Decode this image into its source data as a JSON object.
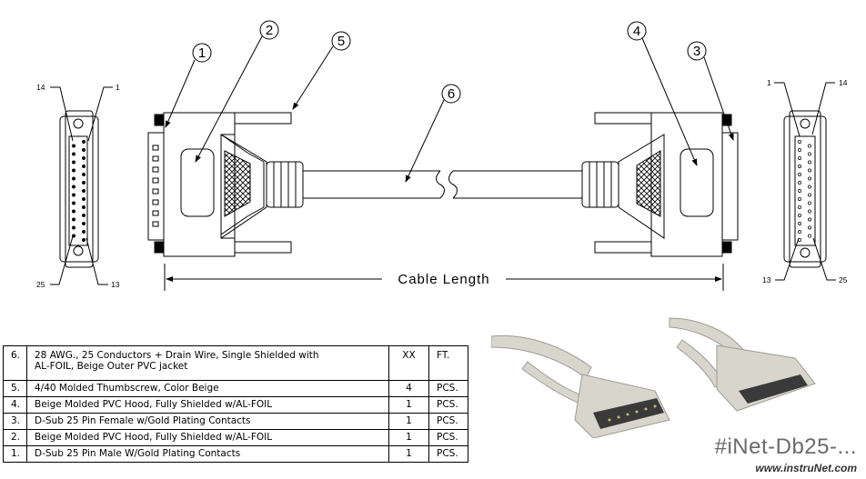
{
  "drawing": {
    "balloons": [
      "1",
      "2",
      "5",
      "6",
      "4",
      "3"
    ],
    "pin_labels_left": {
      "top_left": "14",
      "top_right": "1",
      "bottom_left": "25",
      "bottom_right": "13"
    },
    "pin_labels_right": {
      "top_left": "1",
      "top_right": "14",
      "bottom_left": "13",
      "bottom_right": "25"
    },
    "dimension_label": "Cable Length"
  },
  "bom": {
    "rows": [
      {
        "num": "6.",
        "desc_line1": "28 AWG., 25 Conductors + Drain Wire, Single Shielded with",
        "desc_line2": "AL-FOIL, Beige Outer PVC jacket",
        "qty": "XX",
        "unit": "FT."
      },
      {
        "num": "5.",
        "desc_line1": "4/40 Molded Thumbscrew, Color Beige",
        "qty": "4",
        "unit": "PCS."
      },
      {
        "num": "4.",
        "desc_line1": "Beige Molded PVC Hood, Fully Shielded w/AL-FOIL",
        "qty": "1",
        "unit": "PCS."
      },
      {
        "num": "3.",
        "desc_line1": "D-Sub 25 Pin Female w/Gold Plating Contacts",
        "qty": "1",
        "unit": "PCS."
      },
      {
        "num": "2.",
        "desc_line1": "Beige Molded PVC Hood, Fully Shielded w/AL-FOIL",
        "qty": "1",
        "unit": "PCS."
      },
      {
        "num": "1.",
        "desc_line1": "D-Sub 25 Pin Male W/Gold Plating Contacts",
        "qty": "1",
        "unit": "PCS."
      }
    ]
  },
  "watermark": {
    "tag": "#iNet-Db25-...",
    "site": "www.instruNet.com"
  },
  "colors": {
    "line": "#000000",
    "photo_beige": "#d8d6cc",
    "photo_shadow": "#9e9c93",
    "watermark": "#6a6a6a"
  }
}
